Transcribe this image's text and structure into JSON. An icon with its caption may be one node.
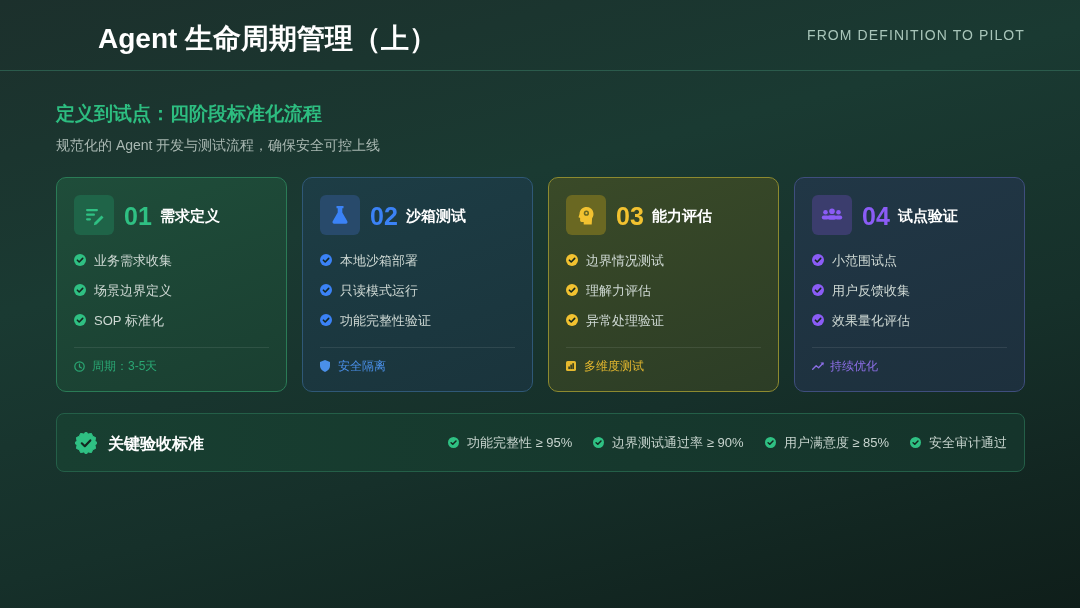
{
  "diagram": {
    "title": "Agent 生命周期管理（上）",
    "nodes": [
      {
        "text": [
          "01",
          "需求定义",
          "业务需求收集",
          "场景边界定义",
          "SOP 标准化",
          "周期：3-5天"
        ]
      },
      {
        "text": [
          "02",
          "沙箱测试",
          "本地沙箱部署",
          "只读模式运行",
          "功能完整性验证",
          "安全隔离"
        ]
      },
      {
        "text": [
          "03",
          "能力评估",
          "边界情况测试",
          "理解力评估",
          "异常处理验证",
          "多维度测试"
        ]
      },
      {
        "text": [
          "04",
          "试点验证",
          "小范围试点",
          "用户反馈收集",
          "效果量化评估",
          "持续优化"
        ]
      },
      {
        "text": [
          "关键验收标准",
          "功能完整性 ≥ 95%",
          "边界测试通过率 ≥ 90%",
          "用户满意度 ≥ 85%",
          "安全审计通过"
        ]
      }
    ],
    "labels": [
      "FROM DEFINITION TO PILOT",
      "定义到试点：四阶段标准化流程",
      "规范化的 Agent 开发与测试流程，确保安全可控上线"
    ]
  }
}
